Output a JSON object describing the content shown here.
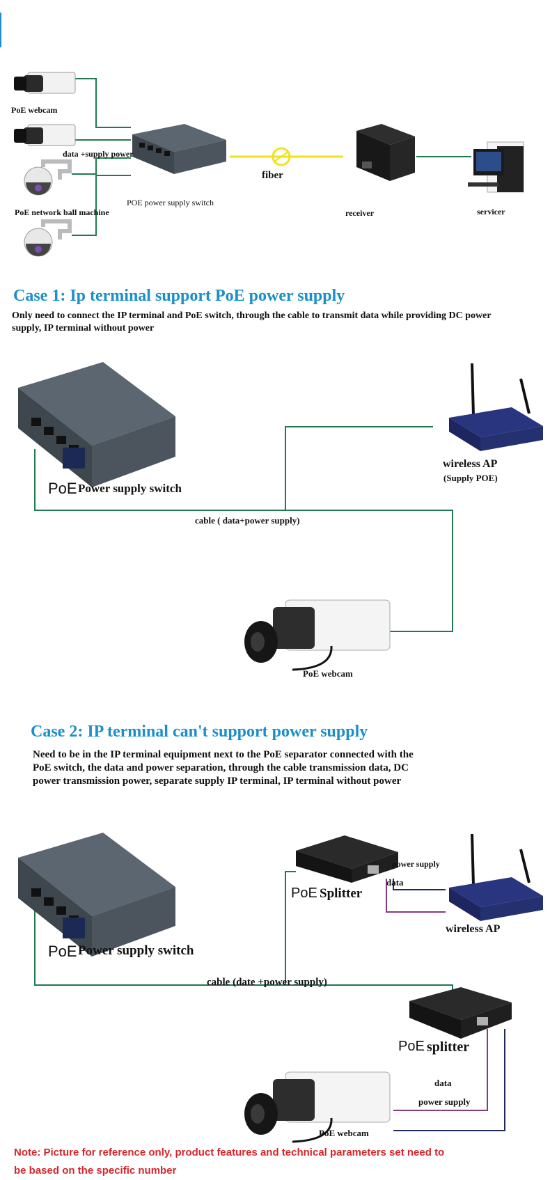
{
  "top_diagram": {
    "labels": {
      "poe_webcam": "PoE  webcam",
      "data_supply": "data +supply power",
      "poe_ball": "PoE  network ball machine",
      "poe_switch": "POE power supply switch",
      "fiber": "fiber",
      "receiver": "receiver",
      "servicer": "servicer"
    }
  },
  "case1": {
    "title": "Case 1: Ip terminal support PoE power supply",
    "description": "Only need to connect the IP terminal and PoE switch, through the cable to transmit data while providing DC power supply, IP terminal without power",
    "labels": {
      "switch_poe": "PoE",
      "switch": "Power supply switch",
      "ap": "wireless AP",
      "ap_sub": "(Supply POE)",
      "cable": "cable ( data+power supply)",
      "webcam": "PoE webcam"
    }
  },
  "case2": {
    "title": "Case 2: IP terminal can't support power supply",
    "description": "Need to be in the IP terminal equipment next to the PoE separator connected with the PoE switch, the data and power separation, through the cable transmission data, DC power transmission power, separate supply IP terminal, IP terminal without  power",
    "labels": {
      "switch_poe": "PoE",
      "switch": "Power supply switch",
      "splitter_poe": "PoE",
      "splitter": "Splitter",
      "power_supply_1": "power supply",
      "data_1": "data",
      "ap": "wireless AP",
      "cable": "cable (date +power supply)",
      "splitter2_poe": "PoE",
      "splitter2": "splitter",
      "data_2": "data",
      "power_supply_2": "power supply",
      "webcam": "PoE webcam"
    }
  },
  "note": "Note: Picture for reference only, product features and technical parameters set need to be based on the specific number",
  "colors": {
    "line_green": "#1f7a4f",
    "line_purple": "#8a3b7a",
    "line_navy": "#1e2a5a",
    "fiber_yellow": "#f2e21a",
    "title_blue": "#1a8fc9",
    "note_red": "#d5262b"
  }
}
